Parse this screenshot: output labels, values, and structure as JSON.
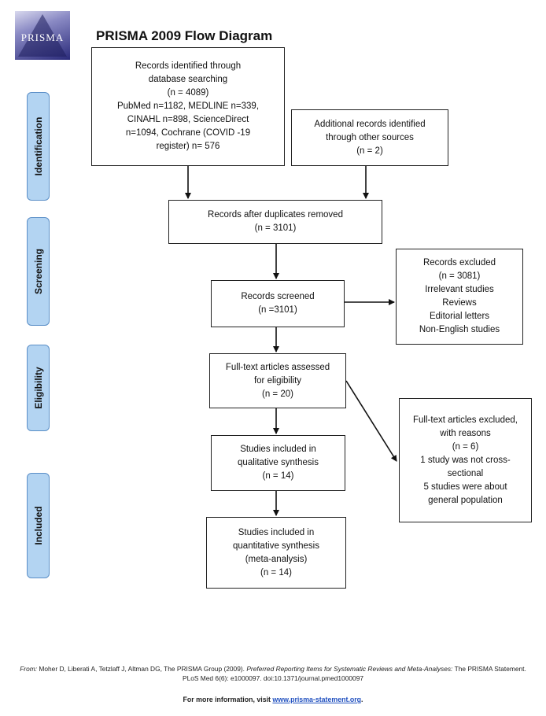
{
  "logo": {
    "text": "PRISMA"
  },
  "title": "PRISMA 2009 Flow Diagram",
  "stages": [
    "Identification",
    "Screening",
    "Eligibility",
    "Included"
  ],
  "boxes": {
    "database": [
      "Records identified through",
      "database searching",
      "(n = 4089)",
      "PubMed n=1182, MEDLINE n=339,",
      "CINAHL n=898, ScienceDirect",
      "n=1094, Cochrane (COVID -19",
      "register) n= 576"
    ],
    "other": [
      "Additional records identified",
      "through other sources",
      "(n = 2)"
    ],
    "duplicates": [
      "Records after duplicates removed",
      "(n = 3101)"
    ],
    "screened": [
      "Records screened",
      "(n =3101)"
    ],
    "excluded": [
      "Records excluded",
      "(n = 3081)",
      "Irrelevant studies",
      "Reviews",
      "Editorial letters",
      "Non-English studies"
    ],
    "fulltext": [
      "Full-text articles assessed",
      "for eligibility",
      "(n = 20)"
    ],
    "fulltext_excluded": [
      "Full-text articles excluded,",
      "with reasons",
      "(n = 6)",
      "1 study was not cross-",
      "sectional",
      "5 studies were about",
      "general population"
    ],
    "qualitative": [
      "Studies included in",
      "qualitative synthesis",
      "(n = 14)"
    ],
    "quantitative": [
      "Studies included in",
      "quantitative synthesis",
      "(meta-analysis)",
      "(n = 14)"
    ]
  },
  "citation": {
    "from": "From:",
    "authors": "Moher D, Liberati A, Tetzlaff J, Altman DG, The PRISMA Group (2009).",
    "title_italic": "Preferred Reporting Items for Systematic Reviews and Meta-Analyses:",
    "rest": "The PRISMA Statement. PLoS Med 6(6): e1000097. doi:10.1371/journal.pmed1000097"
  },
  "footer": {
    "prefix": "For more information, visit",
    "link": "www.prisma-statement.org",
    "suffix": "."
  }
}
